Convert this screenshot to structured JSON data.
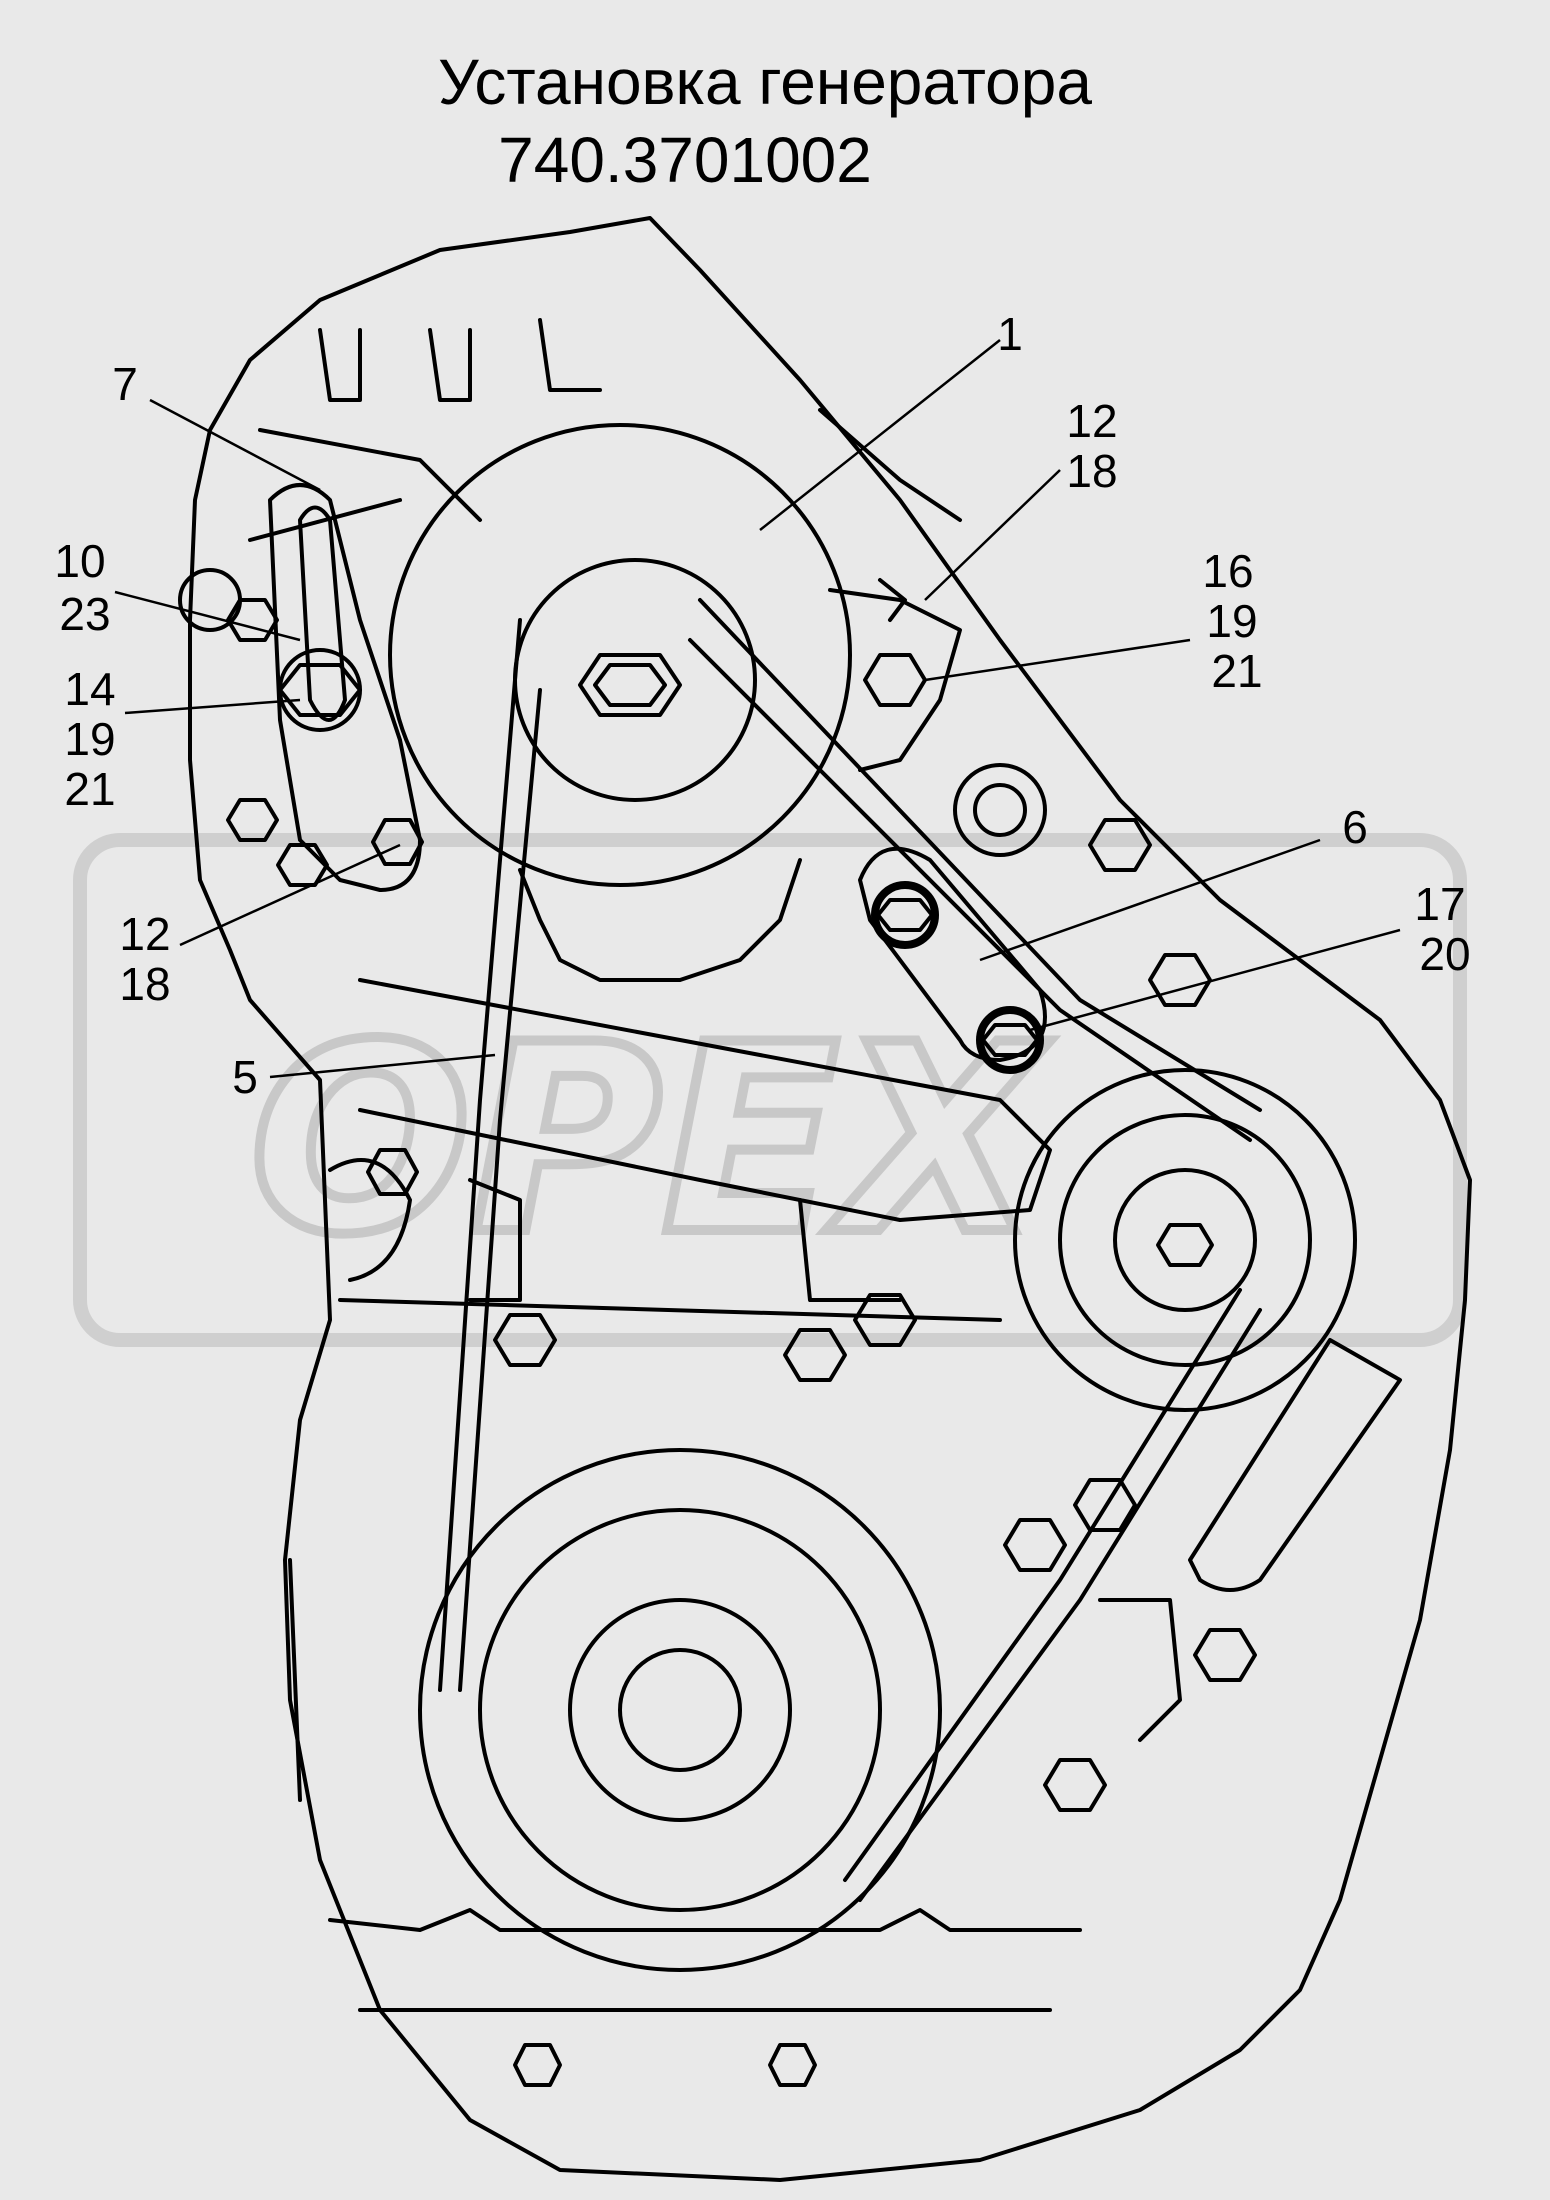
{
  "title": {
    "line1": "Установка генератора",
    "line2": "740.3701002"
  },
  "watermark": "OPEX",
  "callouts": {
    "c1": "1",
    "c12a": "12",
    "c18a": "18",
    "c7": "7",
    "c10": "10",
    "c23": "23",
    "c14": "14",
    "c19a": "19",
    "c21a": "21",
    "c16": "16",
    "c19b": "19",
    "c21b": "21",
    "c6": "6",
    "c17": "17",
    "c20": "20",
    "c12b": "12",
    "c18b": "18",
    "c5": "5"
  },
  "colors": {
    "background": "#e9e9e9",
    "line": "#000000",
    "watermark": "#c8c8c8"
  }
}
